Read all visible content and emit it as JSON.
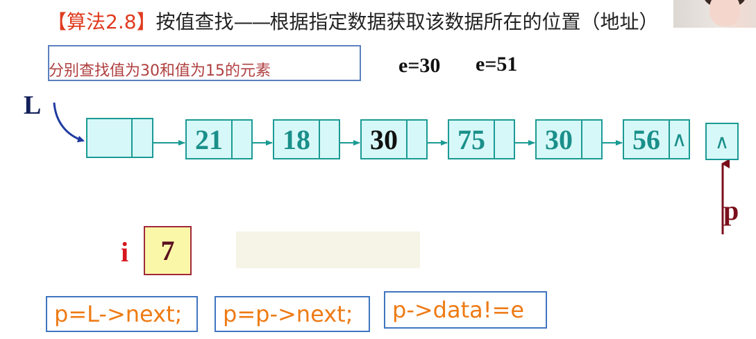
{
  "title": {
    "tag": "【算法2.8】",
    "text": "按值查找",
    "dash": "——",
    "rest": "根据指定数据获取该数据所在的位置（地址）"
  },
  "task": {
    "text": "分别查找值为30和值为15的元素"
  },
  "labels": {
    "e1": "e=30",
    "e2": "e=51",
    "list_head": "L",
    "pointer": "p",
    "counter": "i"
  },
  "list": {
    "nodes": [
      {
        "value": "21",
        "next": ""
      },
      {
        "value": "18",
        "next": ""
      },
      {
        "value": "30",
        "next": ""
      },
      {
        "value": "75",
        "next": ""
      },
      {
        "value": "30",
        "next": ""
      },
      {
        "value": "56",
        "next": "∧"
      }
    ],
    "highlighted_index": 2,
    "null_node": "∧"
  },
  "counter": {
    "value": "7"
  },
  "code": {
    "line1": "p=L->next;",
    "line2": "p=p->next;",
    "line3": "p->data!=e"
  },
  "colors": {
    "title_tag": "#e03a1e",
    "node_fill": "#d7f8f8",
    "node_border": "#1a9a94",
    "node_text": "#1a8f8a",
    "code_text": "#ee7a14",
    "code_border": "#3f75c0",
    "counter_fill": "#fbf7a8",
    "pointer_arrow": "#7a0f1c",
    "head_arrow": "#1f3aa0"
  }
}
